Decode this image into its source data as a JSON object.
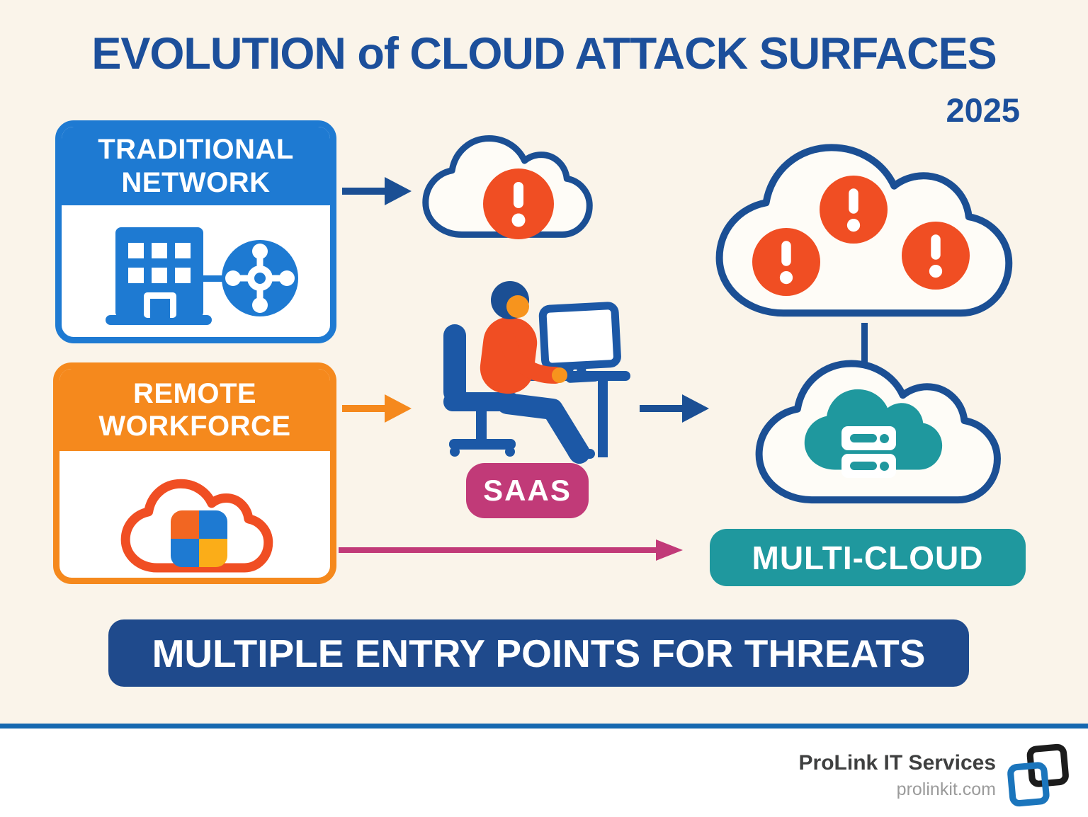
{
  "header": {
    "title": "EVOLUTION of CLOUD ATTACK SURFACES",
    "year": "2025"
  },
  "cards": {
    "traditional": {
      "line1": "TRADITIONAL",
      "line2": "NETWORK"
    },
    "remote": {
      "line1": "REMOTE",
      "line2": "WORKFORCE"
    }
  },
  "badges": {
    "saas": "SAAS",
    "multicloud": "MULTI-CLOUD"
  },
  "banner": {
    "text": "MULTIPLE ENTRY POINTS FOR THREATS"
  },
  "footer": {
    "company": "ProLink IT Services",
    "website": "prolinkit.com"
  },
  "icons": {
    "traditional_card": "building-and-network-hub-icon",
    "remote_card": "cloud-with-app-grid-icon",
    "warning": "exclamation-warning-icon",
    "worker": "person-at-workstation-icon",
    "multicloud": "server-cloud-icon",
    "footer": "prolink-overlapping-squares-logo"
  },
  "colors": {
    "background": "#FAF4EA",
    "title_navy": "#1C4F9B",
    "navy": "#1B4F94",
    "banner_navy": "#1F4A8C",
    "blue": "#1E7AD2",
    "orange": "#F5891D",
    "red_orange": "#F04E23",
    "square_orange": "#F26622",
    "amber": "#FBAD18",
    "magenta": "#C13A78",
    "teal": "#1F989E",
    "chair_blue": "#1C58A6",
    "face_orange": "#F7941D",
    "cloud_fill": "#FEFCF7",
    "separator_blue": "#1668B0",
    "footer_text": "#3F4040",
    "footer_sub": "#9B9B9B",
    "logo_blue": "#1B75BC",
    "logo_black": "#1C1C1C",
    "footer_bg": "#FFFFFF"
  }
}
